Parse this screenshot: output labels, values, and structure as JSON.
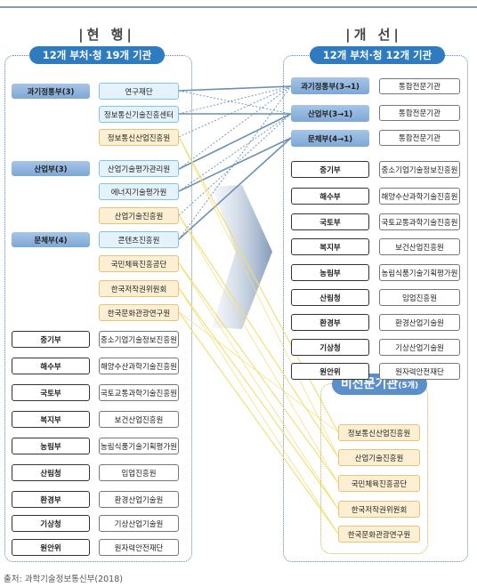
{
  "headings": {
    "current": "|현 행|",
    "improved": "|개 선|"
  },
  "panels": {
    "current_title": "12개 부처·청 19개 기관",
    "improved_title": "12개 부처·청 12개 기관",
    "vision_title": "비전문기관",
    "vision_count": "(5개)"
  },
  "current": {
    "ministries": [
      "과기정통부(3)",
      "산업부(3)",
      "문체부(4)"
    ],
    "institutes": [
      "연구재단",
      "정보통신기술진흥센터",
      "정보통신산업진흥원",
      "산업기술평가관리원",
      "에너지기술평가원",
      "산업기술진흥원",
      "콘텐츠진흥원",
      "국민체육진흥공단",
      "한국저작권위원회",
      "한국문화관광연구원"
    ],
    "rows": [
      {
        "ministry": "중기부",
        "inst": "중소기업기술정보진흥원"
      },
      {
        "ministry": "해수부",
        "inst": "해양수산과학기술진흥원"
      },
      {
        "ministry": "국토부",
        "inst": "국토교통과학기술진흥원"
      },
      {
        "ministry": "복지부",
        "inst": "보건산업진흥원"
      },
      {
        "ministry": "농림부",
        "inst": "농림식품기술기획평가원"
      },
      {
        "ministry": "산림청",
        "inst": "임업진흥원"
      },
      {
        "ministry": "환경부",
        "inst": "환경산업기술원"
      },
      {
        "ministry": "기상청",
        "inst": "기상산업기술원"
      },
      {
        "ministry": "원안위",
        "inst": "원자력안전재단"
      }
    ]
  },
  "improved": {
    "ministries": [
      "과기정통부(3→1)",
      "산업부(3→1)",
      "문체부(4→1)"
    ],
    "specialized": [
      "통합전문기관",
      "통합전문기관",
      "통합전문기관"
    ],
    "rows": [
      {
        "ministry": "중기부",
        "inst": "중소기업기술정보진흥원"
      },
      {
        "ministry": "해수부",
        "inst": "해양수산과학기술진흥원"
      },
      {
        "ministry": "국토부",
        "inst": "국토교통과학기술진흥원"
      },
      {
        "ministry": "복지부",
        "inst": "보건산업진흥원"
      },
      {
        "ministry": "농림부",
        "inst": "농림식품기술기획평가원"
      },
      {
        "ministry": "산림청",
        "inst": "임업진흥원"
      },
      {
        "ministry": "환경부",
        "inst": "환경산업기술원"
      },
      {
        "ministry": "기상청",
        "inst": "기상산업기술원"
      },
      {
        "ministry": "원안위",
        "inst": "원자력안전재단"
      }
    ],
    "vision_items": [
      "정보통신산업진흥원",
      "산업기술진흥원",
      "국민체육진흥공단",
      "한국저작권위원회",
      "한국문화관광연구원"
    ]
  },
  "caption": "출처: 과학기술정보통신부(2018)",
  "colors": {
    "panel_title": "#2e7bbf",
    "ministry": "#8fb4de",
    "inst_blue": "#e4f3fb",
    "inst_yellow": "#fdf0d2",
    "link_blue": "#6c8fb5",
    "link_yellow": "#f2de6e"
  }
}
